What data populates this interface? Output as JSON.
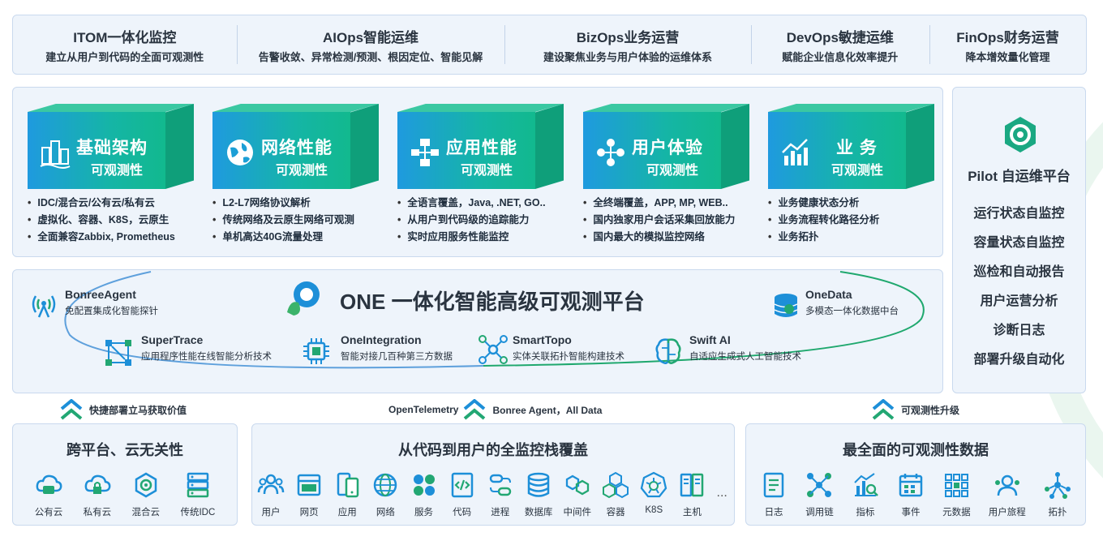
{
  "top_ops": [
    {
      "title": "ITOM一体化监控",
      "sub": "建立从用户到代码的全面可观测性"
    },
    {
      "title": "AIOps智能运维",
      "sub": "告警收敛、异常检测/预测、根因定位、智能见解"
    },
    {
      "title": "BizOps业务运营",
      "sub": "建设聚焦业务与用户体验的运维体系"
    },
    {
      "title": "DevOps敏捷运维",
      "sub": "赋能企业信息化效率提升"
    },
    {
      "title": "FinOps财务运营",
      "sub": "降本增效量化管理"
    }
  ],
  "cubes": [
    {
      "title": "基础架构",
      "sub": "可观测性",
      "bullets": [
        "IDC/混合云/公有云/私有云",
        "虚拟化、容器、K8S，云原生",
        "全面兼容Zabbix, Prometheus"
      ]
    },
    {
      "title": "网络性能",
      "sub": "可观测性",
      "bullets": [
        "L2-L7网络协议解析",
        "传统网络及云原生网络可观测",
        "单机高达40G流量处理"
      ]
    },
    {
      "title": "应用性能",
      "sub": "可观测性",
      "bullets": [
        "全语言覆盖，Java, .NET, GO..",
        "从用户到代码级的追踪能力",
        "实时应用服务性能监控"
      ]
    },
    {
      "title": "用户体验",
      "sub": "可观测性",
      "bullets": [
        "全终端覆盖，APP, MP, WEB..",
        "国内独家用户会话采集回放能力",
        "国内最大的模拟监控网络"
      ]
    },
    {
      "title": "业 务",
      "sub": "可观测性",
      "bullets": [
        "业务健康状态分析",
        "业务流程转化路径分析",
        "业务拓扑"
      ]
    }
  ],
  "pilot": {
    "title": "Pilot 自运维平台",
    "items": [
      "运行状态自监控",
      "容量状态自监控",
      "巡检和自动报告",
      "用户运营分析",
      "诊断日志",
      "部署升级自动化"
    ]
  },
  "one": {
    "title": "ONE 一体化智能高级可观测平台",
    "products": {
      "agent": {
        "name": "BonreeAgent",
        "desc": "免配置集成化智能探针"
      },
      "onedata": {
        "name": "OneData",
        "desc": "多模态一体化数据中台"
      },
      "supertrace": {
        "name": "SuperTrace",
        "desc": "应用程序性能在线智能分析技术"
      },
      "integration": {
        "name": "OneIntegration",
        "desc": "智能对接几百种第三方数据"
      },
      "smarttopo": {
        "name": "SmartTopo",
        "desc": "实体关联拓扑智能构建技术"
      },
      "swiftai": {
        "name": "Swift AI",
        "desc": "自适应生成式人工智能技术"
      }
    }
  },
  "mid_labels": {
    "left": "快捷部署立马获取价值",
    "center_left": "OpenTelemetry",
    "center_right": "Bonree Agent，All Data",
    "right": "可观测性升级"
  },
  "bottom": {
    "left": {
      "title": "跨平台、云无关性",
      "items": [
        "公有云",
        "私有云",
        "混合云",
        "传统IDC"
      ]
    },
    "center": {
      "title": "从代码到用户的全监控栈覆盖",
      "items": [
        "用户",
        "网页",
        "应用",
        "网络",
        "服务",
        "代码",
        "进程",
        "数据库",
        "中间件",
        "容器",
        "K8S",
        "主机"
      ],
      "more": "..."
    },
    "right": {
      "title": "最全面的可观测性数据",
      "items": [
        "日志",
        "调用链",
        "指标",
        "事件",
        "元数据",
        "用户旅程",
        "拓扑"
      ]
    }
  },
  "colors": {
    "blue": "#1f8fd8",
    "teal": "#13b58f",
    "green": "#22a773",
    "panel": "#eef4fb"
  }
}
